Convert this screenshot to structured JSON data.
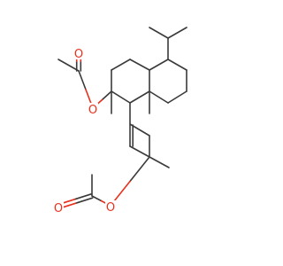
{
  "molecule": {
    "atoms": [
      {
        "id": "o_top_carbonyl",
        "label": "O"
      },
      {
        "id": "o_top_ester",
        "label": "O"
      },
      {
        "id": "o_bottom_ester",
        "label": "O"
      },
      {
        "id": "o_bottom_carbonyl",
        "label": "O"
      }
    ]
  },
  "colors": {
    "bond": "#3a3a3a",
    "oxygen": "#e8301c",
    "background": "#ffffff"
  }
}
